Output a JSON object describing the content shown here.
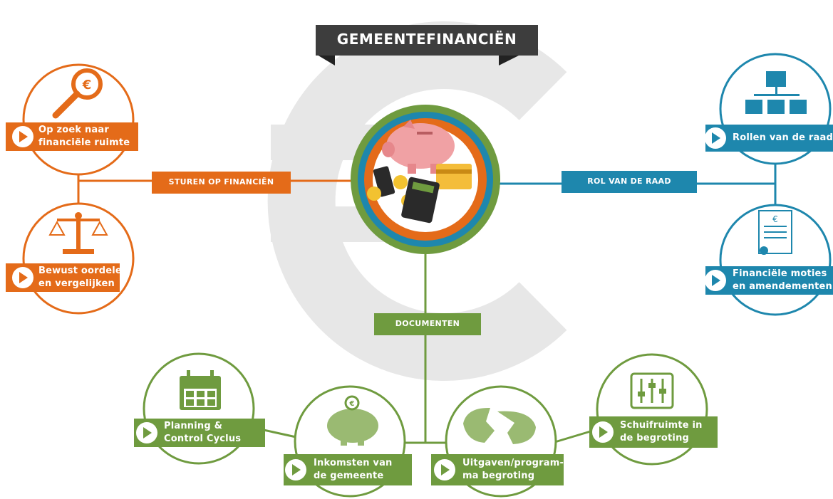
{
  "title": "GEMEENTEFINANCIËN",
  "colors": {
    "orange": "#e46b19",
    "blue": "#1e87ad",
    "green": "#6f9b3f",
    "dark": "#3d3d3d",
    "watermark": "#e6e6e6"
  },
  "hubs": {
    "sturen": "STUREN OP FINANCIËN",
    "rol": "ROL VAN DE RAAD",
    "documenten": "DOCUMENTEN"
  },
  "nodes": {
    "zoek": {
      "line1": "Op zoek naar",
      "line2": "financiële ruimte",
      "icon": "magnifier-euro-icon"
    },
    "oordelen": {
      "line1": "Bewust oordelen",
      "line2": "en vergelijken",
      "icon": "scales-icon"
    },
    "rollen": {
      "line1": "Rollen van de raad",
      "line2": "",
      "icon": "org-chart-icon"
    },
    "moties": {
      "line1": "Financiële moties",
      "line2": "en amendementen",
      "icon": "certificate-icon"
    },
    "planning": {
      "line1": "Planning &",
      "line2": "Control Cyclus",
      "icon": "calendar-icon"
    },
    "inkomsten": {
      "line1": "Inkomsten van",
      "line2": "de gemeente",
      "icon": "piggy-bank-icon"
    },
    "uitgaven": {
      "line1": "Uitgaven/program-",
      "line2": "ma begroting",
      "icon": "broken-piggy-bank-icon"
    },
    "schuifruimte": {
      "line1": "Schuifruimte in",
      "line2": "de begroting",
      "icon": "sliders-icon"
    }
  }
}
